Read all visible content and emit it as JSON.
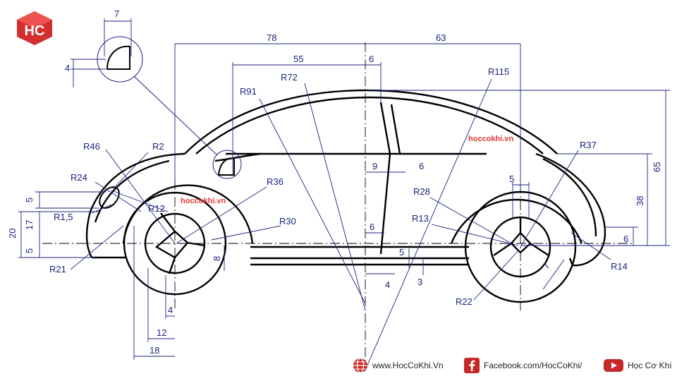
{
  "logo": {
    "letters": "HC"
  },
  "watermarks": [
    "hoccokhi.vn",
    "hoccokhi.vn"
  ],
  "dimensions": {
    "linear": [
      "7",
      "4",
      "78",
      "55",
      "6",
      "63",
      "9",
      "6",
      "5",
      "6",
      "5",
      "4",
      "3",
      "65",
      "38",
      "6",
      "5",
      "17",
      "20",
      "5",
      "8",
      "4",
      "12",
      "18",
      "7"
    ],
    "radii": [
      "R72",
      "R91",
      "R115",
      "R46",
      "R2",
      "R24",
      "R1,5",
      "R12",
      "R36",
      "R30",
      "R21",
      "R28",
      "R13",
      "R37",
      "R22",
      "R14"
    ]
  },
  "footer": {
    "website": "www.HocCoKhi.Vn",
    "facebook": "Facebook.com/HocCoKhi/",
    "youtube": "Học Cơ Khí"
  },
  "colors": {
    "outline": "#000000",
    "dimension": "#1a237e",
    "watermark": "#e53935",
    "logo": "#d32f2f"
  },
  "icons": [
    "globe-icon",
    "facebook-icon",
    "youtube-icon"
  ]
}
